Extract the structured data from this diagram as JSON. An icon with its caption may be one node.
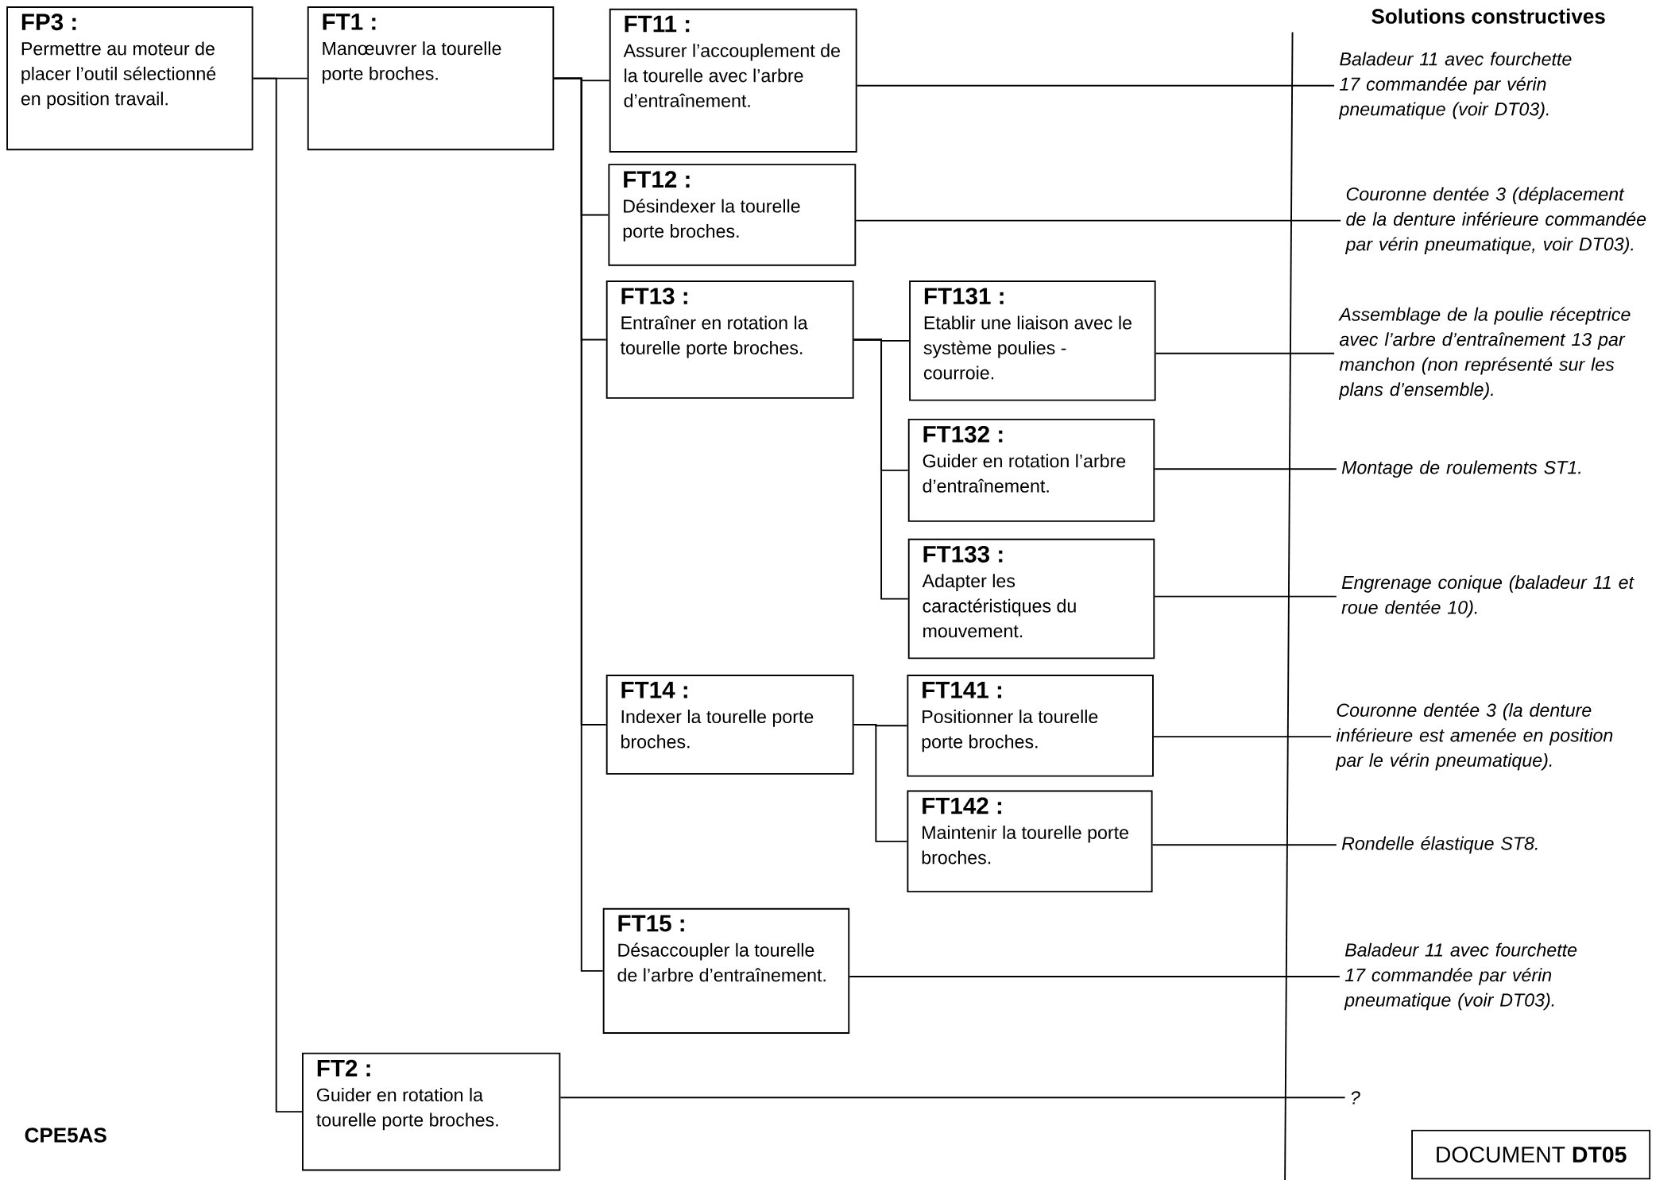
{
  "diagram": {
    "nodes": [
      {
        "text": [
          "FP3 :",
          "Permettre au moteur de placer l’outil sélectionné en position travail."
        ]
      },
      {
        "text": [
          "FT1 :",
          "Manœuvrer la tourelle porte broches."
        ]
      },
      {
        "text": [
          "FT11 :",
          "Assurer l’accouplement de la tourelle avec l’arbre d’entraînement."
        ]
      },
      {
        "text": [
          "FT12 :",
          "Désindexer la tourelle porte broches."
        ]
      },
      {
        "text": [
          "FT13 :",
          "Entraîner en rotation la tourelle porte broches."
        ]
      },
      {
        "text": [
          "FT131 :",
          "Etablir une liaison avec le système poulies - courroie."
        ]
      },
      {
        "text": [
          "FT132 :",
          "Guider en rotation l’arbre d’entraînement."
        ]
      },
      {
        "text": [
          "FT133 :",
          "Adapter les caractéristiques du mouvement."
        ]
      },
      {
        "text": [
          "FT14 :",
          "Indexer la tourelle porte broches."
        ]
      },
      {
        "text": [
          "FT141 :",
          "Positionner la tourelle porte broches."
        ]
      },
      {
        "text": [
          "FT142 :",
          "Maintenir la tourelle porte broches."
        ]
      },
      {
        "text": [
          "FT15 :",
          "Désaccoupler la tourelle de l’arbre d’entraînement."
        ]
      },
      {
        "text": [
          "FT2 :",
          "Guider en rotation la tourelle porte broches."
        ]
      },
      {
        "text": [
          "Baladeur 11 avec fourchette 17 commandée par vérin pneumatique (voir DT03)."
        ]
      },
      {
        "text": [
          "Couronne dentée 3 (déplacement de la denture inférieure commandée par vérin pneumatique, voir DT03)."
        ]
      },
      {
        "text": [
          "Assemblage de la poulie réceptrice avec l’arbre d’entraînement 13 par manchon (non représenté sur les plans d’ensemble)."
        ]
      },
      {
        "text": [
          "Montage de roulements ST1."
        ]
      },
      {
        "text": [
          "Engrenage conique (baladeur 11 et roue dentée 10)."
        ]
      },
      {
        "text": [
          "Couronne dentée 3 (la denture inférieure est amenée en position par le vérin pneumatique)."
        ]
      },
      {
        "text": [
          "Rondelle élastique ST8."
        ]
      },
      {
        "text": [
          "Baladeur 11 avec fourchette 17 commandée par vérin pneumatique (voir DT03)."
        ]
      },
      {
        "text": [
          "?"
        ]
      },
      {
        "text": [
          "DOCUMENT **DT05**"
        ]
      }
    ],
    "edges": [
      {
        "from": 0,
        "to": 1,
        "arrow": "none"
      },
      {
        "from": 0,
        "to": 12,
        "arrow": "none"
      },
      {
        "from": 1,
        "to": 2,
        "arrow": "none"
      },
      {
        "from": 1,
        "to": 3,
        "arrow": "none"
      },
      {
        "from": 1,
        "to": 4,
        "arrow": "none"
      },
      {
        "from": 1,
        "to": 8,
        "arrow": "none"
      },
      {
        "from": 1,
        "to": 11,
        "arrow": "none"
      },
      {
        "from": 4,
        "to": 5,
        "arrow": "none"
      },
      {
        "from": 4,
        "to": 6,
        "arrow": "none"
      },
      {
        "from": 4,
        "to": 7,
        "arrow": "none"
      },
      {
        "from": 8,
        "to": 9,
        "arrow": "none"
      },
      {
        "from": 8,
        "to": 10,
        "arrow": "none"
      },
      {
        "from": 2,
        "to": 13,
        "arrow": "none"
      },
      {
        "from": 3,
        "to": 14,
        "arrow": "none"
      },
      {
        "from": 5,
        "to": 15,
        "arrow": "none"
      },
      {
        "from": 6,
        "to": 16,
        "arrow": "none"
      },
      {
        "from": 7,
        "to": 17,
        "arrow": "none"
      },
      {
        "from": 9,
        "to": 18,
        "arrow": "none"
      },
      {
        "from": 10,
        "to": 19,
        "arrow": "none"
      },
      {
        "from": 11,
        "to": 20,
        "arrow": "none"
      },
      {
        "from": 12,
        "to": 21,
        "arrow": "none"
      }
    ],
    "labels": [
      "Solutions constructives",
      "CPE5AS"
    ]
  }
}
